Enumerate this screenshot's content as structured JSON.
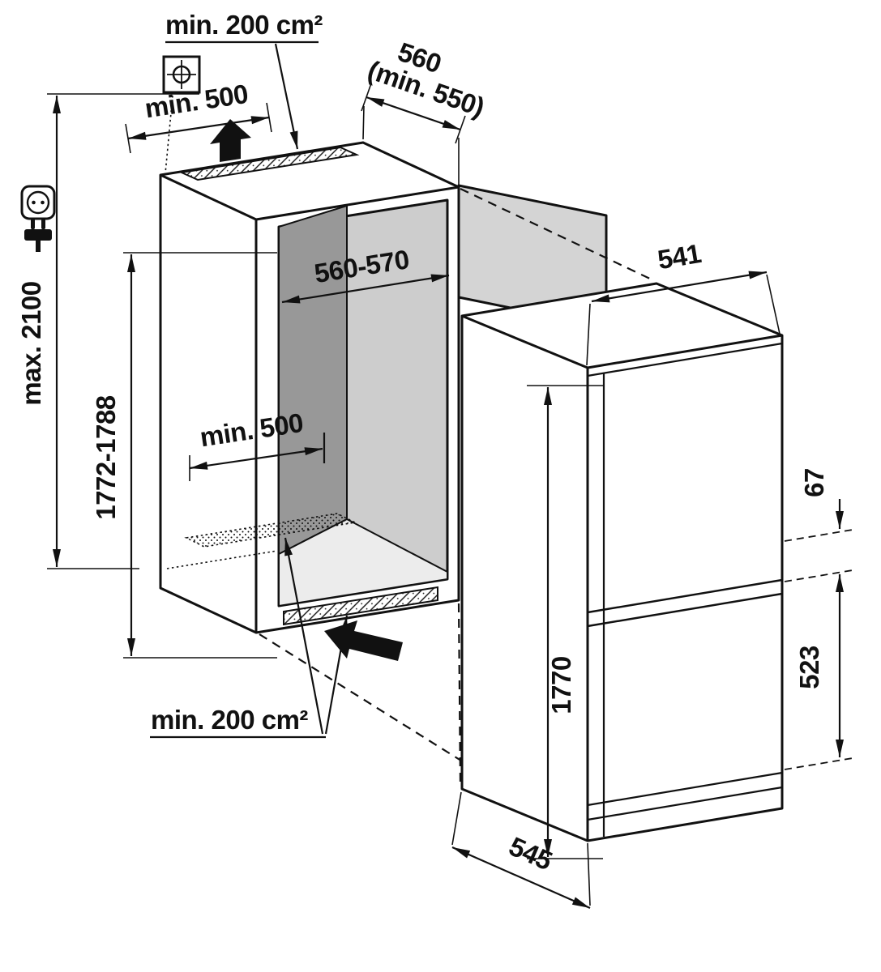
{
  "diagram": {
    "type": "installation-drawing",
    "subject": "built-in fridge-freezer niche and appliance dimensions",
    "labels": {
      "vent_top": "min. 200 cm²",
      "clearance_rear_top": "min. 500",
      "niche_depth": "560",
      "niche_depth_min": "(min. 550)",
      "ceiling_height_max": "max. 2100",
      "niche_height": "1772-1788",
      "niche_width": "560-570",
      "clearance_inner": "min. 500",
      "appliance_width": "541",
      "appliance_height": "1770",
      "freezer_offset": "67",
      "lower_door_height": "523",
      "appliance_depth": "545",
      "vent_bottom": "min. 200 cm²"
    },
    "icons": [
      "wall-anchor-icon",
      "power-socket-icon",
      "power-plug-icon",
      "airflow-up-arrow",
      "airflow-in-arrow"
    ],
    "colors": {
      "ink": "#111111",
      "background": "#ffffff",
      "side_panel": "#d4d4d4",
      "interior_side_wall": "#989898",
      "interior_back_wall": "#cdcdcd",
      "interior_floor": "#ececec"
    }
  }
}
